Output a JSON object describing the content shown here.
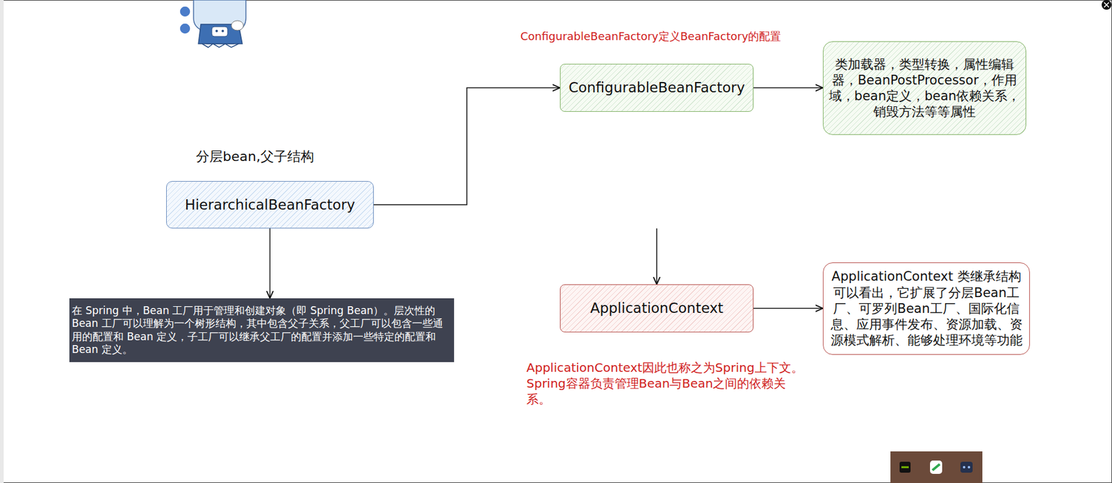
{
  "diagram": {
    "nodes": [
      {
        "text": [
          "HierarchicalBeanFactory"
        ]
      },
      {
        "text": [
          "在 Spring 中，Bean 工厂用于管理和创建对象（即 Spring Bean）。层次性的 Bean 工厂可以理解为一个树形结构，其中包含父子关系，父工厂可以包含一些通用的配置和 Bean 定义，子工厂可以继承父工厂的配置并添加一些特定的配置和 Bean 定义。"
        ]
      },
      {
        "text": [
          "ConfigurableBeanFactory"
        ]
      },
      {
        "text": [
          "类加载器，类型转换，属性编辑器，BeanPostProcessor，作用域，bean定义，bean依赖关系，销毁方法等等属性"
        ]
      },
      {
        "text": [
          "ApplicationContext"
        ]
      },
      {
        "text": [
          "ApplicationContext 类继承结构可以看出，它扩展了分层Bean工厂、可罗列Bean工厂、国际化信息、应用事件发布、资源加载、资源模式解析、能够处理环境等功能"
        ]
      }
    ],
    "edges": [
      {
        "from": 0,
        "to": 1,
        "arrow": "to"
      },
      {
        "from": 0,
        "to": 2,
        "arrow": "to"
      },
      {
        "from": 0,
        "to": 4,
        "arrow": "to"
      },
      {
        "from": 2,
        "to": 3,
        "arrow": "to"
      },
      {
        "from": 4,
        "to": 5,
        "arrow": "to"
      }
    ],
    "labels": [
      "分层bean,父子结构",
      "ConfigurableBeanFactory定义BeanFactory的配置",
      "ApplicationContext因此也称之为Spring上下文。Spring容器负责管理Bean与Bean之间的依赖关系。"
    ]
  }
}
